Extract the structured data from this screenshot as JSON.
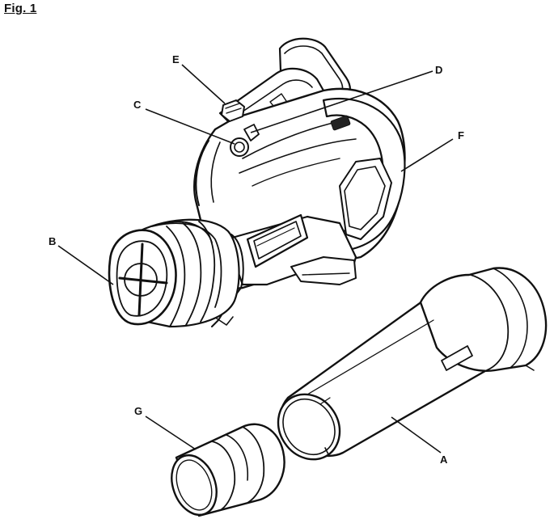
{
  "figure": {
    "title": "Fig. 1"
  },
  "labels": {
    "a": "A",
    "b": "B",
    "c": "C",
    "d": "D",
    "e": "E",
    "f": "F",
    "g": "G"
  }
}
